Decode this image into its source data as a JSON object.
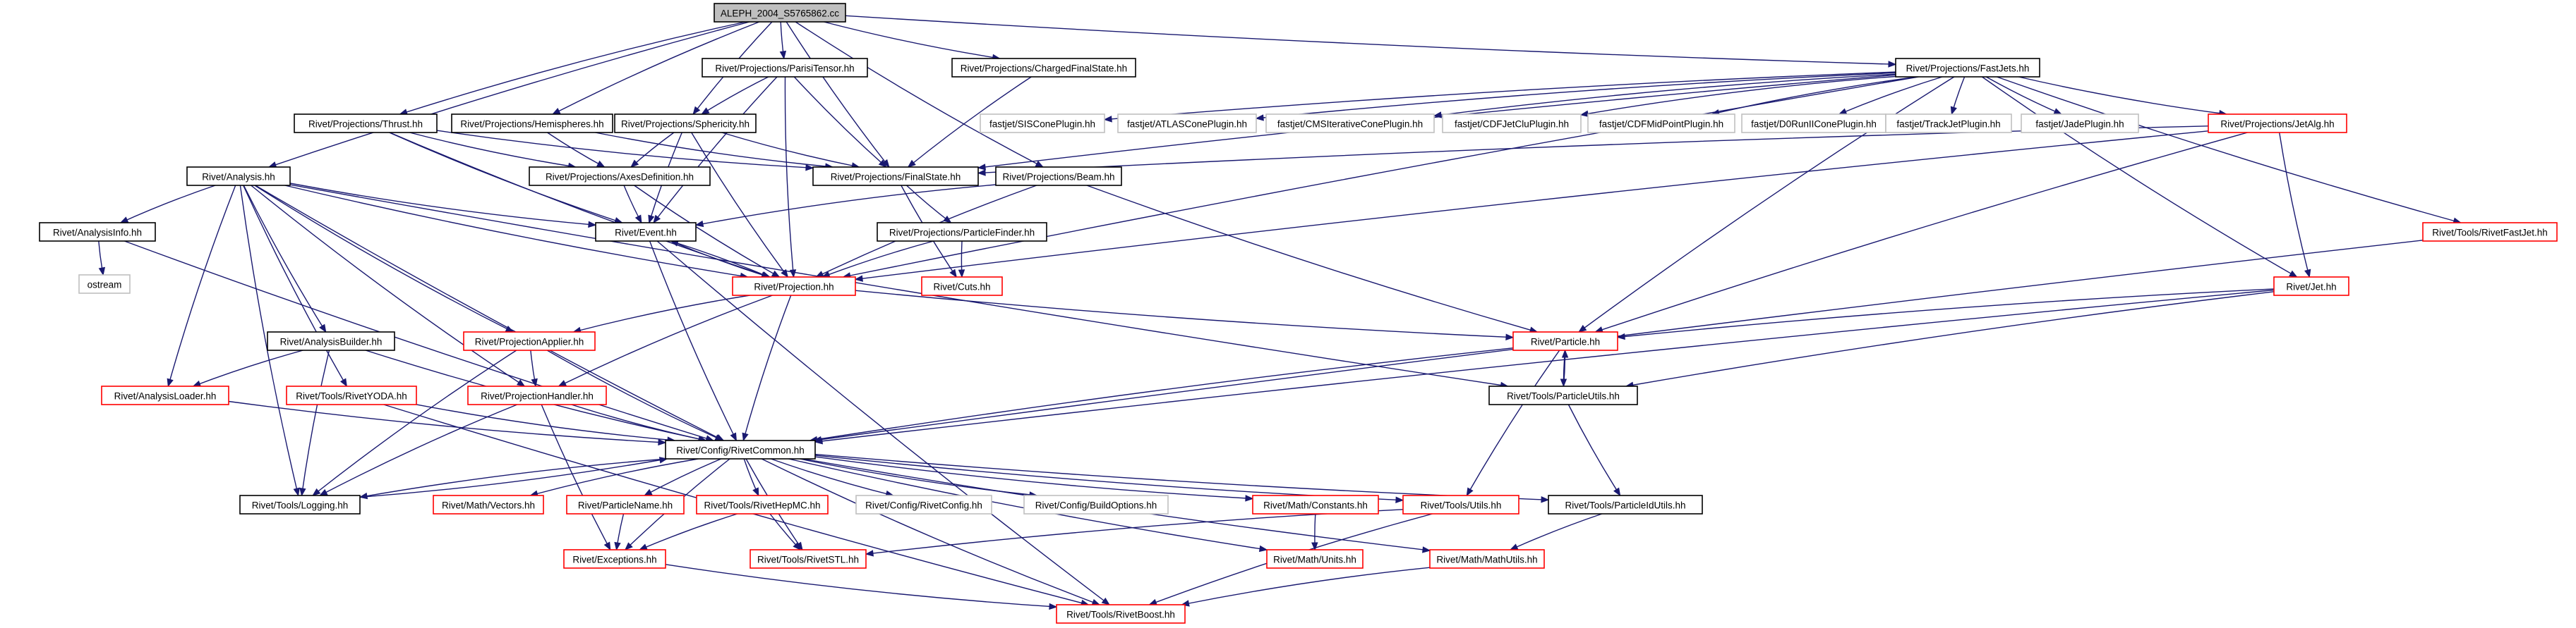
{
  "colors": {
    "edge": "#191970",
    "node_black": "#000000",
    "node_red": "#ff0000",
    "node_gray": "#bfbfbf",
    "root_fill": "#bfbfbf"
  },
  "nodes": [
    {
      "id": "root",
      "label": "ALEPH_2004_S5765862.cc",
      "style": "root"
    },
    {
      "id": "paritytensor",
      "label": "Rivet/Projections/ParisiTensor.hh",
      "style": "black"
    },
    {
      "id": "chargedfs",
      "label": "Rivet/Projections/ChargedFinalState.hh",
      "style": "black"
    },
    {
      "id": "fastjets",
      "label": "Rivet/Projections/FastJets.hh",
      "style": "black"
    },
    {
      "id": "thrust",
      "label": "Rivet/Projections/Thrust.hh",
      "style": "black"
    },
    {
      "id": "hemispheres",
      "label": "Rivet/Projections/Hemispheres.hh",
      "style": "black"
    },
    {
      "id": "sphericity",
      "label": "Rivet/Projections/Sphericity.hh",
      "style": "black"
    },
    {
      "id": "siscone",
      "label": "fastjet/SISConePlugin.hh",
      "style": "gray"
    },
    {
      "id": "atlascone",
      "label": "fastjet/ATLASConePlugin.hh",
      "style": "gray"
    },
    {
      "id": "cmsiter",
      "label": "fastjet/CMSIterativeConePlugin.hh",
      "style": "gray"
    },
    {
      "id": "cdfjetclu",
      "label": "fastjet/CDFJetCluPlugin.hh",
      "style": "gray"
    },
    {
      "id": "cdfmid",
      "label": "fastjet/CDFMidPointPlugin.hh",
      "style": "gray"
    },
    {
      "id": "d0run",
      "label": "fastjet/D0RunIIConePlugin.hh",
      "style": "gray"
    },
    {
      "id": "trackjet",
      "label": "fastjet/TrackJetPlugin.hh",
      "style": "gray"
    },
    {
      "id": "jadeplugin",
      "label": "fastjet/JadePlugin.hh",
      "style": "gray"
    },
    {
      "id": "jetalg",
      "label": "Rivet/Projections/JetAlg.hh",
      "style": "red"
    },
    {
      "id": "analysis",
      "label": "Rivet/Analysis.hh",
      "style": "black"
    },
    {
      "id": "axesdef",
      "label": "Rivet/Projections/AxesDefinition.hh",
      "style": "black"
    },
    {
      "id": "finalstate",
      "label": "Rivet/Projections/FinalState.hh",
      "style": "black"
    },
    {
      "id": "beam",
      "label": "Rivet/Projections/Beam.hh",
      "style": "black"
    },
    {
      "id": "rivetfastjet",
      "label": "Rivet/Tools/RivetFastJet.hh",
      "style": "red"
    },
    {
      "id": "analysisinfo",
      "label": "Rivet/AnalysisInfo.hh",
      "style": "black"
    },
    {
      "id": "event",
      "label": "Rivet/Event.hh",
      "style": "black"
    },
    {
      "id": "particlefinder",
      "label": "Rivet/Projections/ParticleFinder.hh",
      "style": "black"
    },
    {
      "id": "ostream",
      "label": "ostream",
      "style": "gray"
    },
    {
      "id": "projection",
      "label": "Rivet/Projection.hh",
      "style": "red"
    },
    {
      "id": "cuts",
      "label": "Rivet/Cuts.hh",
      "style": "red"
    },
    {
      "id": "jet",
      "label": "Rivet/Jet.hh",
      "style": "red"
    },
    {
      "id": "analysisbuilder",
      "label": "Rivet/AnalysisBuilder.hh",
      "style": "black"
    },
    {
      "id": "projapplier",
      "label": "Rivet/ProjectionApplier.hh",
      "style": "red"
    },
    {
      "id": "particle",
      "label": "Rivet/Particle.hh",
      "style": "red"
    },
    {
      "id": "analysisloader",
      "label": "Rivet/AnalysisLoader.hh",
      "style": "red"
    },
    {
      "id": "rivetyoda",
      "label": "Rivet/Tools/RivetYODA.hh",
      "style": "red"
    },
    {
      "id": "projhandler",
      "label": "Rivet/ProjectionHandler.hh",
      "style": "red"
    },
    {
      "id": "particleutils",
      "label": "Rivet/Tools/ParticleUtils.hh",
      "style": "black"
    },
    {
      "id": "rivetcommon",
      "label": "Rivet/Config/RivetCommon.hh",
      "style": "black"
    },
    {
      "id": "logging",
      "label": "Rivet/Tools/Logging.hh",
      "style": "black"
    },
    {
      "id": "vectors",
      "label": "Rivet/Math/Vectors.hh",
      "style": "red"
    },
    {
      "id": "particlename",
      "label": "Rivet/ParticleName.hh",
      "style": "red"
    },
    {
      "id": "rivethepmc",
      "label": "Rivet/Tools/RivetHepMC.hh",
      "style": "red"
    },
    {
      "id": "rivetconfig",
      "label": "Rivet/Config/RivetConfig.hh",
      "style": "gray"
    },
    {
      "id": "buildoptions",
      "label": "Rivet/Config/BuildOptions.hh",
      "style": "gray"
    },
    {
      "id": "constants",
      "label": "Rivet/Math/Constants.hh",
      "style": "red"
    },
    {
      "id": "toolsutils",
      "label": "Rivet/Tools/Utils.hh",
      "style": "red"
    },
    {
      "id": "particleidutils",
      "label": "Rivet/Tools/ParticleIdUtils.hh",
      "style": "black"
    },
    {
      "id": "exceptions",
      "label": "Rivet/Exceptions.hh",
      "style": "red"
    },
    {
      "id": "rivetstl",
      "label": "Rivet/Tools/RivetSTL.hh",
      "style": "red"
    },
    {
      "id": "units",
      "label": "Rivet/Math/Units.hh",
      "style": "red"
    },
    {
      "id": "mathutils",
      "label": "Rivet/Math/MathUtils.hh",
      "style": "red"
    },
    {
      "id": "rivetboost",
      "label": "Rivet/Tools/RivetBoost.hh",
      "style": "red"
    }
  ],
  "edges": [
    [
      "root",
      "paritytensor"
    ],
    [
      "root",
      "chargedfs"
    ],
    [
      "root",
      "fastjets"
    ],
    [
      "root",
      "thrust"
    ],
    [
      "root",
      "hemispheres"
    ],
    [
      "root",
      "sphericity"
    ],
    [
      "root",
      "analysis"
    ],
    [
      "root",
      "finalstate"
    ],
    [
      "root",
      "beam"
    ],
    [
      "paritytensor",
      "sphericity"
    ],
    [
      "paritytensor",
      "finalstate"
    ],
    [
      "paritytensor",
      "event"
    ],
    [
      "paritytensor",
      "projection"
    ],
    [
      "chargedfs",
      "finalstate"
    ],
    [
      "fastjets",
      "siscone"
    ],
    [
      "fastjets",
      "atlascone"
    ],
    [
      "fastjets",
      "cmsiter"
    ],
    [
      "fastjets",
      "cdfjetclu"
    ],
    [
      "fastjets",
      "cdfmid"
    ],
    [
      "fastjets",
      "d0run"
    ],
    [
      "fastjets",
      "trackjet"
    ],
    [
      "fastjets",
      "jadeplugin"
    ],
    [
      "fastjets",
      "jetalg"
    ],
    [
      "fastjets",
      "finalstate"
    ],
    [
      "fastjets",
      "jet"
    ],
    [
      "fastjets",
      "rivetfastjet"
    ],
    [
      "fastjets",
      "particle"
    ],
    [
      "fastjets",
      "projection"
    ],
    [
      "thrust",
      "axesdef"
    ],
    [
      "thrust",
      "finalstate"
    ],
    [
      "thrust",
      "event"
    ],
    [
      "thrust",
      "projection"
    ],
    [
      "hemispheres",
      "axesdef"
    ],
    [
      "hemispheres",
      "finalstate"
    ],
    [
      "sphericity",
      "axesdef"
    ],
    [
      "sphericity",
      "finalstate"
    ],
    [
      "sphericity",
      "event"
    ],
    [
      "sphericity",
      "projection"
    ],
    [
      "jetalg",
      "finalstate"
    ],
    [
      "jetalg",
      "jet"
    ],
    [
      "jetalg",
      "particle"
    ],
    [
      "jetalg",
      "projection"
    ],
    [
      "analysis",
      "analysisinfo"
    ],
    [
      "analysis",
      "event"
    ],
    [
      "analysis",
      "projection"
    ],
    [
      "analysis",
      "analysisbuilder"
    ],
    [
      "analysis",
      "projapplier"
    ],
    [
      "analysis",
      "analysisloader"
    ],
    [
      "analysis",
      "rivetyoda"
    ],
    [
      "analysis",
      "projhandler"
    ],
    [
      "analysis",
      "particleutils"
    ],
    [
      "analysis",
      "rivetcommon"
    ],
    [
      "analysis",
      "logging"
    ],
    [
      "axesdef",
      "event"
    ],
    [
      "axesdef",
      "projection"
    ],
    [
      "finalstate",
      "particlefinder"
    ],
    [
      "finalstate",
      "cuts"
    ],
    [
      "beam",
      "event"
    ],
    [
      "beam",
      "projection"
    ],
    [
      "beam",
      "particle"
    ],
    [
      "rivetfastjet",
      "rivetcommon"
    ],
    [
      "analysisinfo",
      "ostream"
    ],
    [
      "analysisinfo",
      "rivetcommon"
    ],
    [
      "event",
      "projection"
    ],
    [
      "event",
      "rivetcommon"
    ],
    [
      "event",
      "rivetboost"
    ],
    [
      "particlefinder",
      "projection"
    ],
    [
      "particlefinder",
      "cuts"
    ],
    [
      "projection",
      "event"
    ],
    [
      "projection",
      "projapplier"
    ],
    [
      "projection",
      "projhandler"
    ],
    [
      "projection",
      "particle"
    ],
    [
      "projection",
      "rivetcommon"
    ],
    [
      "jet",
      "particle"
    ],
    [
      "jet",
      "particleutils"
    ],
    [
      "jet",
      "rivetcommon"
    ],
    [
      "analysisbuilder",
      "analysisloader"
    ],
    [
      "analysisbuilder",
      "logging"
    ],
    [
      "analysisbuilder",
      "rivetcommon"
    ],
    [
      "projapplier",
      "projhandler"
    ],
    [
      "projapplier",
      "rivetcommon"
    ],
    [
      "projapplier",
      "logging"
    ],
    [
      "particle",
      "particleutils"
    ],
    [
      "particle",
      "rivetcommon"
    ],
    [
      "particle",
      "toolsutils"
    ],
    [
      "analysisloader",
      "rivetcommon"
    ],
    [
      "rivetyoda",
      "rivetcommon"
    ],
    [
      "rivetyoda",
      "rivetboost"
    ],
    [
      "projhandler",
      "rivetcommon"
    ],
    [
      "projhandler",
      "logging"
    ],
    [
      "projhandler",
      "exceptions"
    ],
    [
      "particleutils",
      "particle"
    ],
    [
      "particleutils",
      "particleidutils"
    ],
    [
      "rivetcommon",
      "logging"
    ],
    [
      "rivetcommon",
      "vectors"
    ],
    [
      "rivetcommon",
      "particlename"
    ],
    [
      "rivetcommon",
      "rivethepmc"
    ],
    [
      "rivetcommon",
      "rivetconfig"
    ],
    [
      "rivetcommon",
      "buildoptions"
    ],
    [
      "rivetcommon",
      "constants"
    ],
    [
      "rivetcommon",
      "toolsutils"
    ],
    [
      "rivetcommon",
      "particleidutils"
    ],
    [
      "rivetcommon",
      "exceptions"
    ],
    [
      "rivetcommon",
      "rivetstl"
    ],
    [
      "rivetcommon",
      "units"
    ],
    [
      "rivetcommon",
      "mathutils"
    ],
    [
      "rivetcommon",
      "rivetboost"
    ],
    [
      "logging",
      "rivetcommon"
    ],
    [
      "particlename",
      "exceptions"
    ],
    [
      "rivethepmc",
      "exceptions"
    ],
    [
      "rivethepmc",
      "rivetstl"
    ],
    [
      "constants",
      "units"
    ],
    [
      "toolsutils",
      "rivetstl"
    ],
    [
      "toolsutils",
      "rivetboost"
    ],
    [
      "particleidutils",
      "mathutils"
    ],
    [
      "exceptions",
      "rivetboost"
    ],
    [
      "mathutils",
      "rivetboost"
    ]
  ]
}
